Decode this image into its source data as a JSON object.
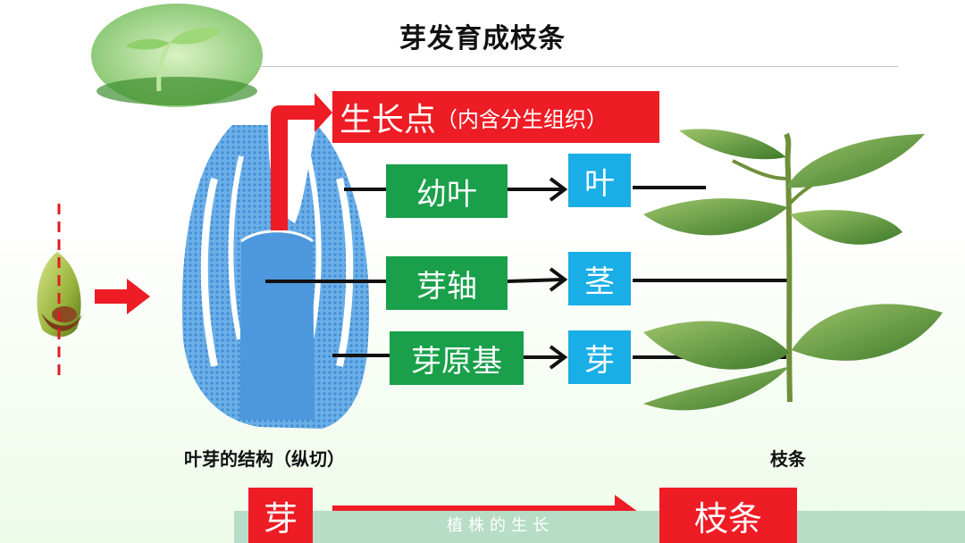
{
  "title": "芽发育成枝条",
  "growth_point": {
    "main": "生长点",
    "note": "（内含分生组织）"
  },
  "rows": [
    {
      "part": "幼叶",
      "result": "叶"
    },
    {
      "part": "芽轴",
      "result": "茎"
    },
    {
      "part": "芽原基",
      "result": "芽"
    }
  ],
  "captions": {
    "structure": "叶芽的结构（纵切）",
    "branch": "枝条"
  },
  "bottom": {
    "from": "芽",
    "to": "枝条"
  },
  "footer": "植株的生长",
  "colors": {
    "green_box": "#1aa04b",
    "cyan_box": "#1aaee6",
    "red_box": "#ee1c25"
  },
  "icons": [
    "seedling-image",
    "bud-image",
    "leaf-bud-section-image",
    "branch-image",
    "arrow-icon"
  ]
}
